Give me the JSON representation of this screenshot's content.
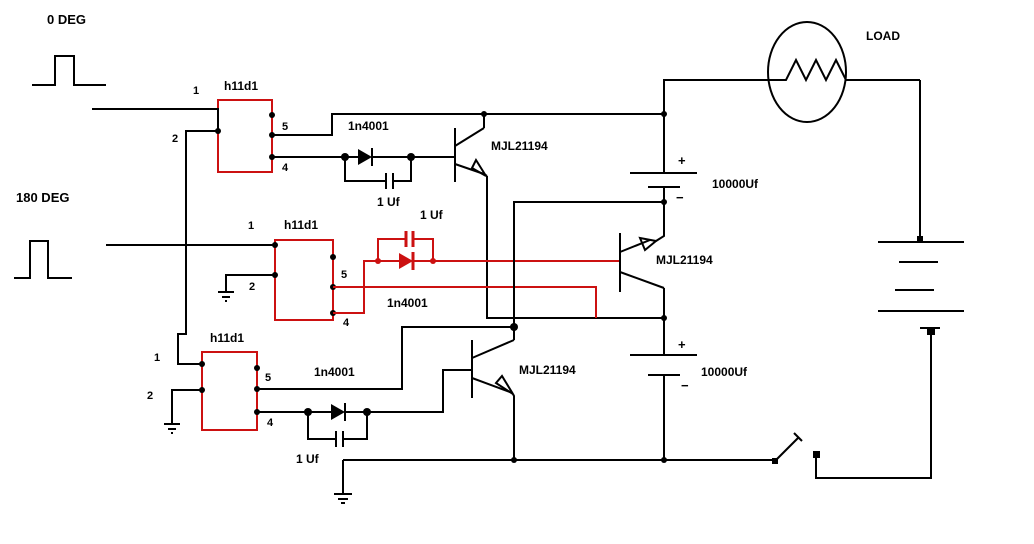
{
  "labels": {
    "phase_0": "0 DEG",
    "phase_180": "180 DEG",
    "load": "LOAD",
    "opto": "h11d1",
    "diode": "1n4001",
    "cap_small": "1 Uf",
    "cap_big": "10000Uf",
    "transistor": "MJL21194",
    "pin1": "1",
    "pin2": "2",
    "pin4": "4",
    "pin5": "5",
    "plus": "+",
    "minus": "−"
  },
  "colors": {
    "wire": "#000000",
    "highlight": "#cc1111",
    "background": "#ffffff"
  }
}
